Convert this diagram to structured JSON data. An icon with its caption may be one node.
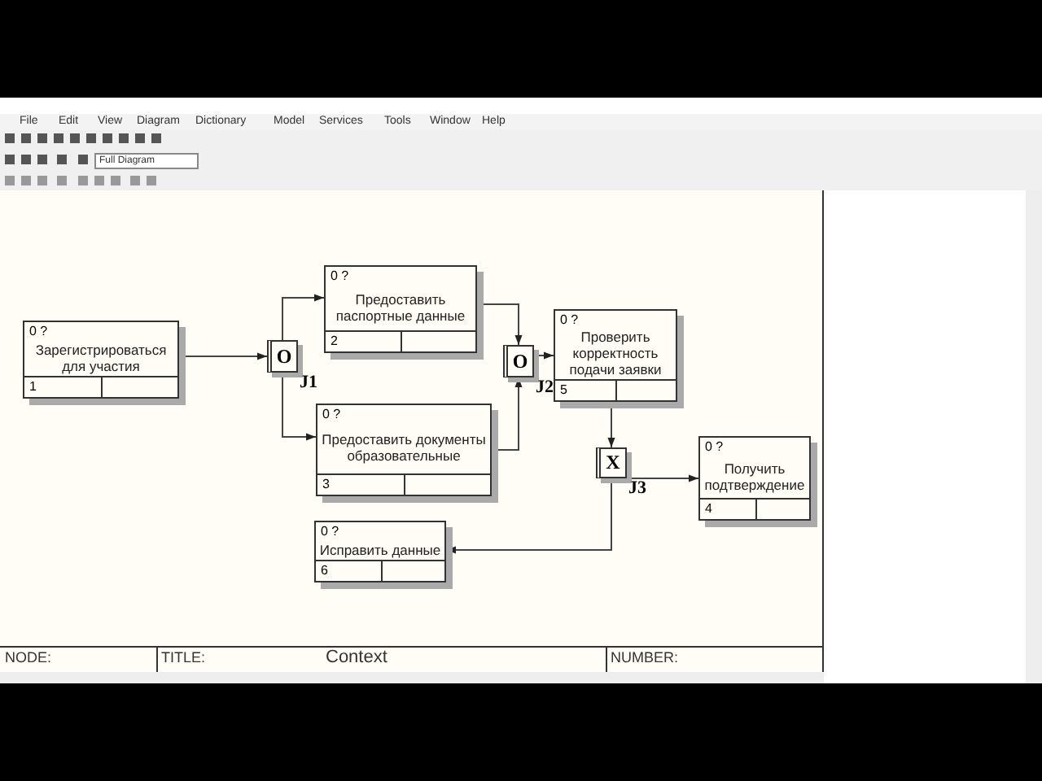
{
  "diagram": {
    "nodes": [
      {
        "text": [
          "0 ?",
          "Зарегистрироваться для участия",
          "1"
        ]
      },
      {
        "text": [
          "O"
        ],
        "beside": [
          "J1"
        ]
      },
      {
        "text": [
          "0 ?",
          "Предоставить паспортные данные",
          "2"
        ]
      },
      {
        "text": [
          "0 ?",
          "Предоставить документы образовательные",
          "3"
        ]
      },
      {
        "text": [
          "O"
        ],
        "beside": [
          "J2"
        ]
      },
      {
        "text": [
          "0 ?",
          "Проверить корректность подачи заявки",
          "5"
        ]
      },
      {
        "text": [
          "X"
        ],
        "beside": [
          "J3"
        ]
      },
      {
        "text": [
          "0 ?",
          "Получить подтверждение",
          "4"
        ]
      },
      {
        "text": [
          "0 ?",
          "Исправить данные",
          "6"
        ]
      }
    ],
    "edges": [
      {
        "from": 0,
        "to": 1,
        "arrow": "to"
      },
      {
        "from": 1,
        "to": 2,
        "arrow": "to"
      },
      {
        "from": 1,
        "to": 3,
        "arrow": "to"
      },
      {
        "from": 2,
        "to": 4,
        "arrow": "to"
      },
      {
        "from": 3,
        "to": 4,
        "arrow": "to"
      },
      {
        "from": 4,
        "to": 5,
        "arrow": "to"
      },
      {
        "from": 5,
        "to": 6,
        "arrow": "to"
      },
      {
        "from": 6,
        "to": 7,
        "arrow": "to"
      },
      {
        "from": 6,
        "to": 8,
        "arrow": "to"
      }
    ],
    "labels": [
      "File",
      "Edit",
      "View",
      "Diagram",
      "Dictionary",
      "Model",
      "Services",
      "Tools",
      "Window",
      "Help",
      "Full Diagram",
      "NODE:",
      "TITLE:",
      "Context",
      "NUMBER:"
    ]
  }
}
